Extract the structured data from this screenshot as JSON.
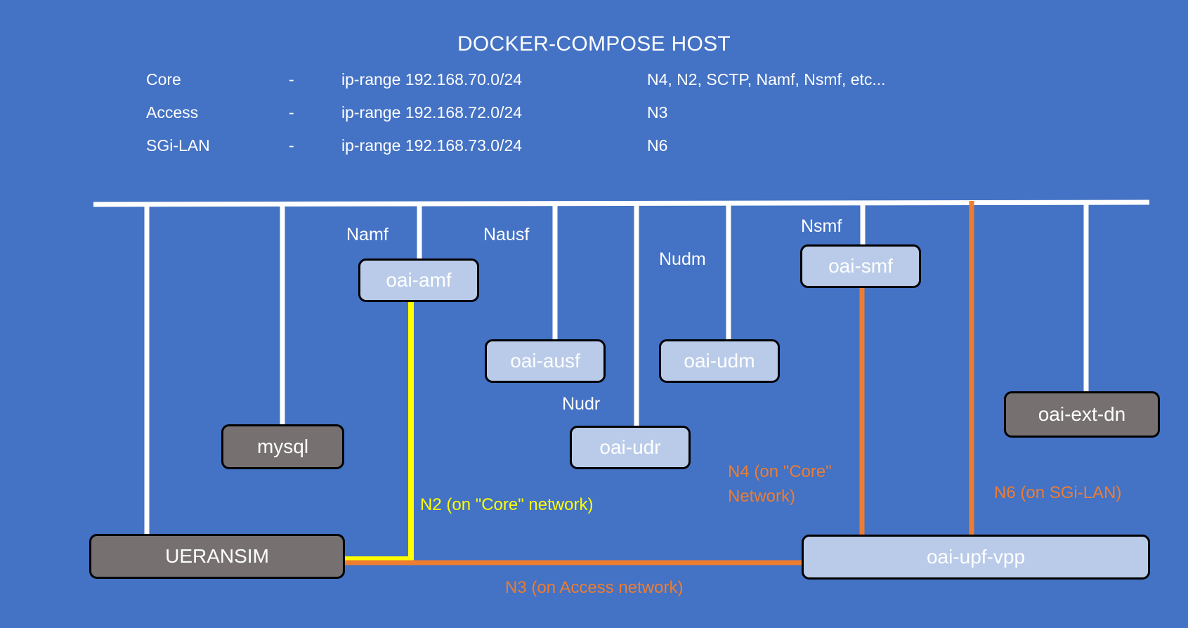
{
  "header": {
    "title": "DOCKER-COMPOSE HOST",
    "networks": [
      {
        "name": "Core",
        "dash": "-",
        "range": "ip-range 192.168.70.0/24",
        "interfaces": "N4, N2, SCTP, Namf, Nsmf, etc..."
      },
      {
        "name": "Access",
        "dash": "-",
        "range": "ip-range 192.168.72.0/24",
        "interfaces": "N3"
      },
      {
        "name": "SGi-LAN",
        "dash": "-",
        "range": "ip-range 192.168.73.0/24",
        "interfaces": "N6"
      }
    ]
  },
  "nodes": [
    {
      "id": "oai-amf",
      "label": "oai-amf",
      "style": "blue"
    },
    {
      "id": "oai-ausf",
      "label": "oai-ausf",
      "style": "blue"
    },
    {
      "id": "oai-udm",
      "label": "oai-udm",
      "style": "blue"
    },
    {
      "id": "oai-smf",
      "label": "oai-smf",
      "style": "blue"
    },
    {
      "id": "oai-udr",
      "label": "oai-udr",
      "style": "blue"
    },
    {
      "id": "oai-ext-dn",
      "label": "oai-ext-dn",
      "style": "gray"
    },
    {
      "id": "mysql",
      "label": "mysql",
      "style": "gray"
    },
    {
      "id": "ueransim",
      "label": "UERANSIM",
      "style": "gray"
    },
    {
      "id": "oai-upf-vpp",
      "label": "oai-upf-vpp",
      "style": "blue"
    }
  ],
  "interface_labels": [
    {
      "id": "namf",
      "text": "Namf"
    },
    {
      "id": "nausf",
      "text": "Nausf"
    },
    {
      "id": "nudm",
      "text": "Nudm"
    },
    {
      "id": "nsmf",
      "text": "Nsmf"
    },
    {
      "id": "nudr",
      "text": "Nudr"
    }
  ],
  "link_labels": [
    {
      "id": "n2",
      "text": "N2 (on \"Core\" network)",
      "color": "#ffff00"
    },
    {
      "id": "n3",
      "text": "N3 (on Access network)",
      "color": "#ED7D31"
    },
    {
      "id": "n4",
      "line1": "N4 (on \"Core\"",
      "line2": "Network)",
      "color": "#ED7D31"
    },
    {
      "id": "n6",
      "text": "N6 (on SGi-LAN)",
      "color": "#ED7D31"
    }
  ],
  "colors": {
    "background": "#4472C4",
    "bus": "#ffffff",
    "node_blue": "#b9cbe8",
    "node_gray": "#767070",
    "n2_yellow": "#ffff00",
    "orange": "#ED7D31",
    "text": "#ffffff",
    "border": "#000000"
  }
}
